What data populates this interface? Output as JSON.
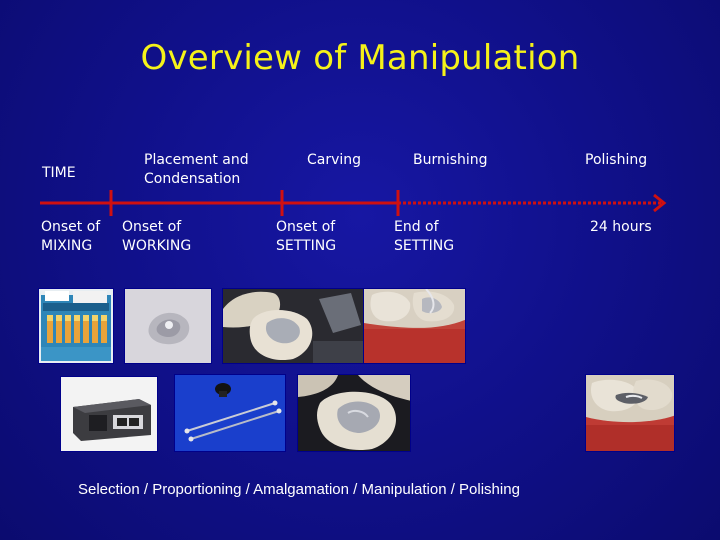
{
  "slide": {
    "title": "Overview of Manipulation",
    "time_label": "TIME",
    "top_labels": [
      {
        "line1": "Placement and",
        "line2": "Condensation"
      },
      {
        "line1": "Carving",
        "line2": ""
      },
      {
        "line1": "Burnishing",
        "line2": ""
      },
      {
        "line1": "Polishing",
        "line2": ""
      }
    ],
    "bottom_labels": [
      {
        "line1": "Onset of",
        "line2": "MIXING"
      },
      {
        "line1": "Onset of",
        "line2": "WORKING"
      },
      {
        "line1": "Onset of",
        "line2": "SETTING"
      },
      {
        "line1": "End of",
        "line2": "SETTING"
      },
      {
        "line1": "24 hours",
        "line2": ""
      }
    ],
    "caption": "Selection / Proportioning / Amalgamation / Manipulation / Polishing"
  },
  "colors": {
    "background": "#0f0f7f",
    "title": "#f5f219",
    "timeline": "#d01010",
    "text": "#ffffff"
  },
  "photos": [
    {
      "id": "capsules-box"
    },
    {
      "id": "amalgam-mass"
    },
    {
      "id": "tooth-condensation"
    },
    {
      "id": "tooth-end-setting"
    },
    {
      "id": "amalgamator"
    },
    {
      "id": "instruments"
    },
    {
      "id": "tooth-carved"
    },
    {
      "id": "tooth-polished"
    }
  ]
}
